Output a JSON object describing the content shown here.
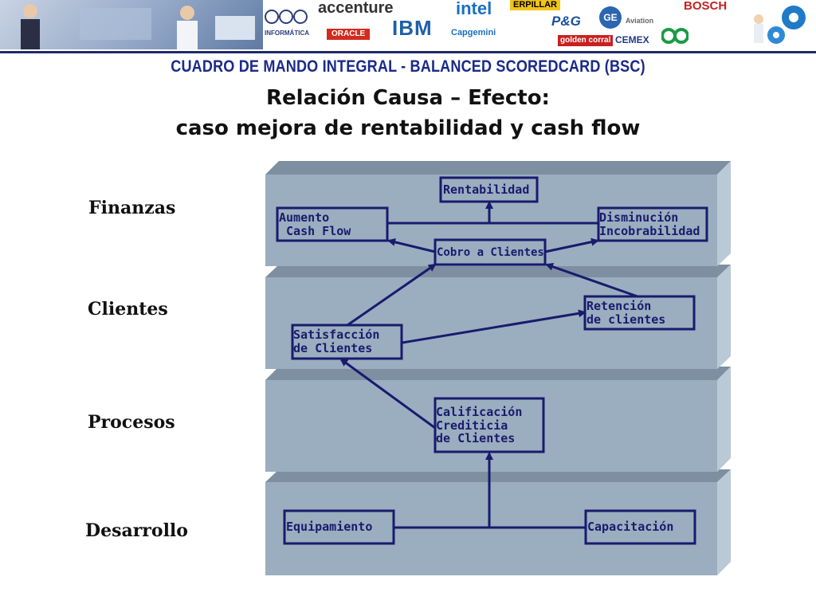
{
  "banner": {
    "logos": [
      "accenture",
      "intel",
      "BOSCH",
      "ORACLE",
      "IBM",
      "Capgemini",
      "P&G",
      "GE",
      "Aviation",
      "golden corral",
      "CEMEX",
      "INFORMÁTICA",
      "ERPILLAR"
    ],
    "icon_names": [
      "people-photo-icon",
      "gears-icon"
    ]
  },
  "header": {
    "super_title": "CUADRO DE MANDO INTEGRAL - BALANCED SCOREDCARD (BSC)",
    "title_line1": "Relación Causa – Efecto:",
    "title_line2": "caso mejora de rentabilidad y cash flow"
  },
  "perspectives": [
    "Finanzas",
    "Clientes",
    "Procesos",
    "Desarrollo"
  ],
  "boxes": {
    "rentabilidad": "Rentabilidad",
    "aumento_cash_flow": "Aumento\n Cash Flow",
    "disminucion": "Disminución\nIncobrabilidad",
    "cobro": "Cobro a Clientes",
    "retencion": "Retención\nde clientes",
    "satisfaccion": "Satisfacción\nde Clientes",
    "calificacion": "Calificación\nCrediticia\nde Clientes",
    "equipamiento": "Equipamiento",
    "capacitacion": "Capacitación"
  },
  "colors": {
    "accent_title": "#1b2a8a",
    "box_border": "#1a1a6e",
    "arrow": "#1a1a6e",
    "layer_face": "#9aaebf",
    "layer_top": "#7d8fa0",
    "layer_side": "#b9c9d6"
  }
}
